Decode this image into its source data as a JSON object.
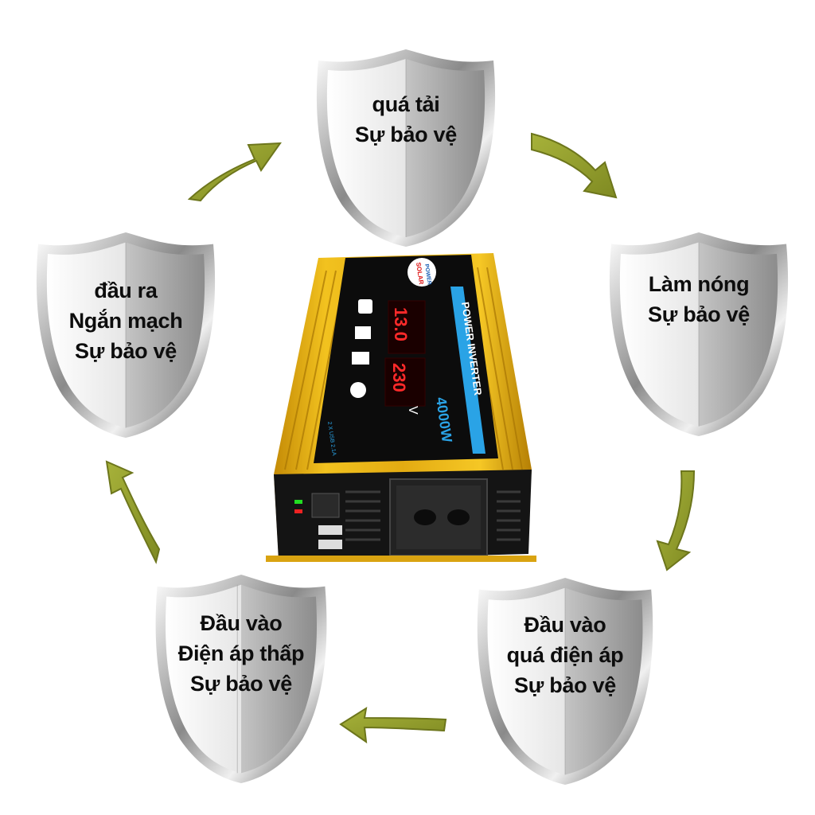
{
  "colors": {
    "arrow": "#8f9a2a",
    "arrow_shadow": "#5d6418",
    "shield_light": "#f4f4f4",
    "shield_dark": "#6a6a6a",
    "inverter_body": "#e8b217",
    "display_red": "#ff2a2a",
    "label_blue": "#2aa3e6"
  },
  "shields": {
    "top": {
      "line1": "quá tải",
      "line2": "Sự bảo vệ"
    },
    "right": {
      "line1": "Làm nóng",
      "line2": "Sự bảo vệ"
    },
    "bottom_right": {
      "line1": "Đầu vào",
      "line2": "quá điện áp",
      "line3": "Sự bảo vệ"
    },
    "bottom_left": {
      "line1": "Đầu vào",
      "line2": "Điện áp thấp",
      "line3": "Sự bảo vệ"
    },
    "left": {
      "line1": "đầu ra",
      "line2": "Ngắn mạch",
      "line3": "Sự bảo vệ"
    }
  },
  "inverter": {
    "brand": "SOLAR",
    "brand_sub": "POWER",
    "title": "POWER INVERTER",
    "power": "4000W",
    "display_input": "13.0",
    "display_output": "230",
    "unit": "V",
    "usb_label": "2 X USB 2.1A",
    "icons": [
      "appliance-icon",
      "tv-icon",
      "computer-icon",
      "fan-icon"
    ]
  }
}
